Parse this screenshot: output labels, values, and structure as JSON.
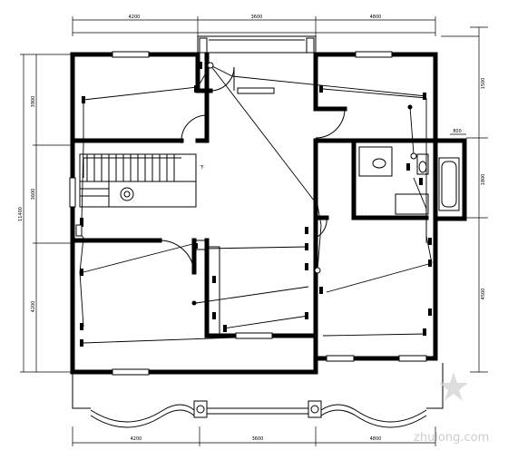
{
  "plan": {
    "top_dims": [
      "4200",
      "3600",
      "4800"
    ],
    "bottom_dims": [
      "4200",
      "3600",
      "4800"
    ],
    "left_dims": [
      "3900",
      "3600",
      "4200"
    ],
    "overall_left": "11400",
    "right_dims": [
      "1500",
      "1800",
      "4500"
    ],
    "small_dim": "800",
    "stair_label": "下"
  },
  "watermark": {
    "text": "zhulong.com"
  }
}
